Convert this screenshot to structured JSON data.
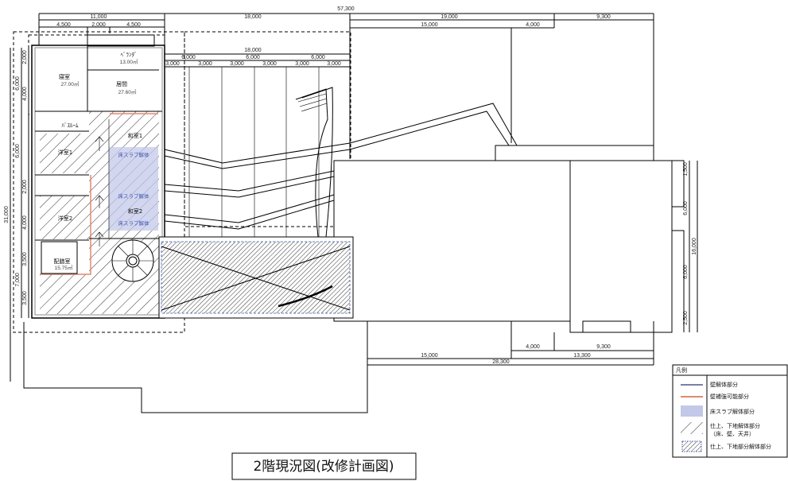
{
  "title": "2階現況図(改修計画図)",
  "dimensions": {
    "top_total": "57,300",
    "top_row1": [
      "11,000",
      "18,000",
      "19,000",
      "9,300"
    ],
    "top_row2": [
      "4,500",
      "2,000",
      "4,500",
      "15,000",
      "4,000"
    ],
    "inner_total": "18,000",
    "inner_6000": [
      "6,000",
      "6,000",
      "6,000"
    ],
    "inner_3000": [
      "3,000",
      "3,000",
      "3,000",
      "3,000",
      "3,000",
      "3,000"
    ],
    "bottom_row1": [
      "4,000",
      "9,300"
    ],
    "bottom_row2": [
      "15,000",
      "13,300"
    ],
    "bottom_total": "28,300",
    "left_total": "31,000",
    "left_group": [
      "6,000",
      "6,000",
      "7,000"
    ],
    "left_sub": [
      "2,000",
      "4,000",
      "2,000",
      "4,000",
      "3,500",
      "3,500"
    ],
    "right_total": "16,000",
    "right_sub": [
      "1,500",
      "6,000",
      "6,000",
      "2,500"
    ]
  },
  "rooms": {
    "bedroom": {
      "label": "寝室",
      "area": "27.00㎡"
    },
    "veranda": {
      "label": "ﾍﾞﾗﾝﾀﾞ",
      "area": "13.00㎡"
    },
    "living": {
      "label": "居間",
      "area": "27.60㎡"
    },
    "bathroom": {
      "label": "ﾊﾞｽﾙｰﾑ"
    },
    "western1": {
      "label": "洋室1"
    },
    "western2": {
      "label": "洋室2"
    },
    "japanese1": {
      "label": "和室1"
    },
    "japanese2": {
      "label": "和室2"
    },
    "pantry": {
      "label": "配膳室",
      "area": "15.75㎡"
    },
    "slab_labels": [
      "床スラブ解体",
      "床スラブ解体",
      "床スラブ解体"
    ]
  },
  "legend": {
    "title": "凡例",
    "items": [
      {
        "label": "壁解体部分",
        "color": "#7b7fa8"
      },
      {
        "label": "壁補強可能部分",
        "color": "#e08a70"
      },
      {
        "label": "床スラブ解体部分",
        "color": "#c3c8e8"
      },
      {
        "label": "仕上、下地解体部分",
        "sub": "（床、壁、天井）"
      },
      {
        "label": "仕上、下地部分解体部分"
      }
    ]
  }
}
